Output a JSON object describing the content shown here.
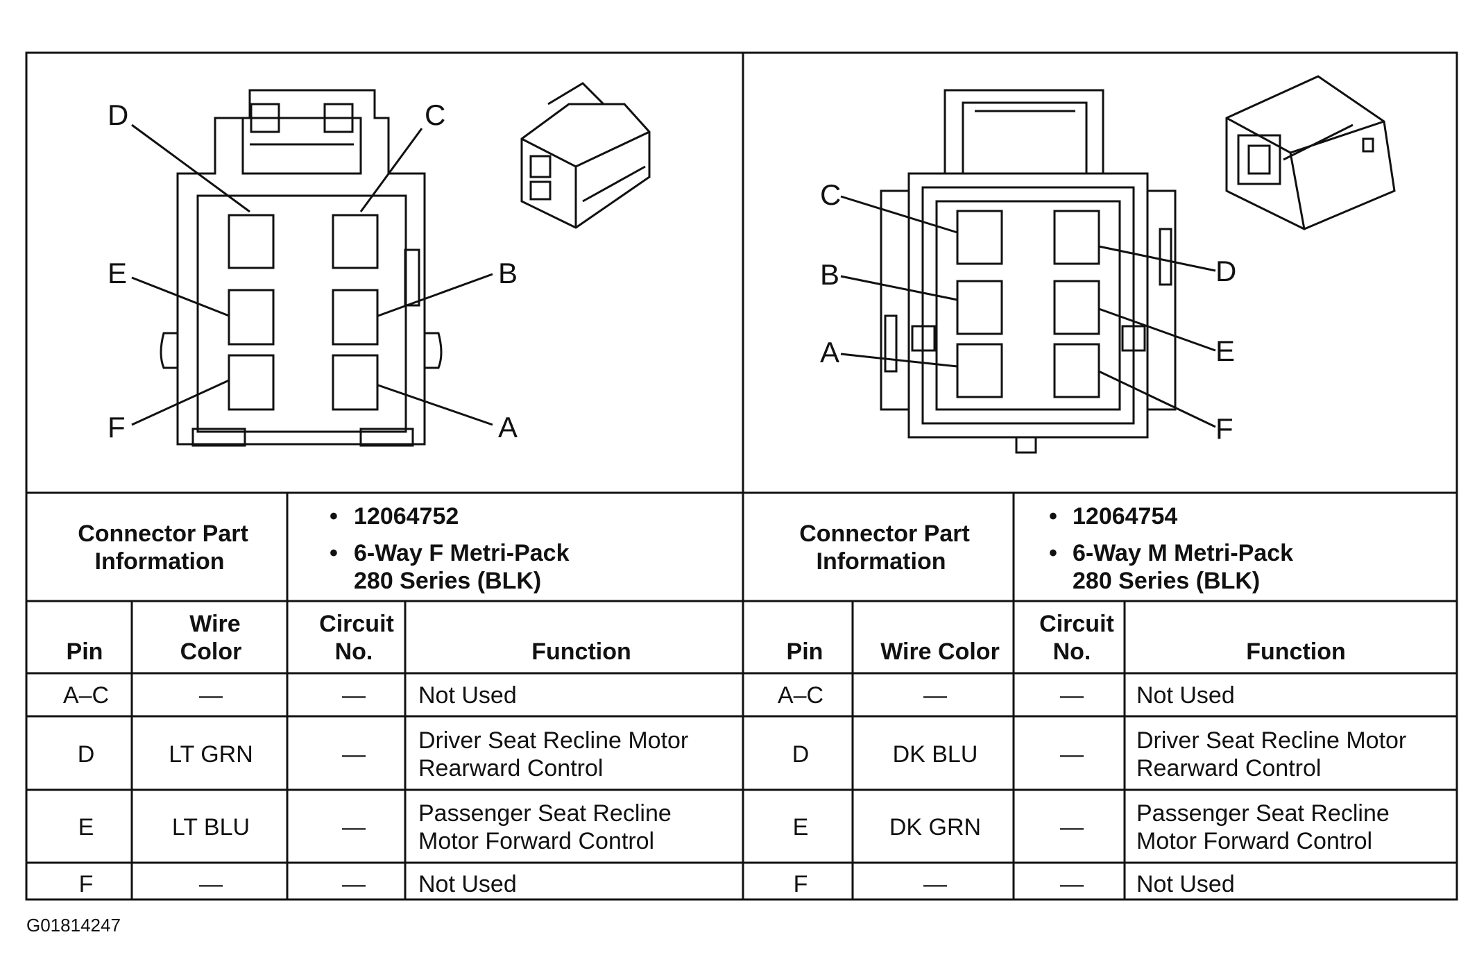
{
  "figure_id": "G01814247",
  "left": {
    "pin_letters": {
      "d": "D",
      "c": "C",
      "e": "E",
      "b": "B",
      "f": "F",
      "a": "A"
    },
    "part_info_label": [
      "Connector Part",
      "Information"
    ],
    "part_number": "12064752",
    "part_desc": [
      "6-Way F Metri-Pack",
      "280 Series (BLK)"
    ],
    "headers": {
      "pin": "Pin",
      "wire": [
        "Wire",
        "Color"
      ],
      "circuit": [
        "Circuit",
        "No."
      ],
      "function": "Function"
    },
    "rows": [
      {
        "pin": "A–C",
        "wire": "—",
        "circuit": "—",
        "function": [
          "Not Used"
        ]
      },
      {
        "pin": "D",
        "wire": "LT GRN",
        "circuit": "—",
        "function": [
          "Driver Seat Recline Motor",
          "Rearward Control"
        ]
      },
      {
        "pin": "E",
        "wire": "LT BLU",
        "circuit": "—",
        "function": [
          "Passenger Seat Recline",
          "Motor Forward Control"
        ]
      },
      {
        "pin": "F",
        "wire": "—",
        "circuit": "—",
        "function": [
          "Not Used"
        ]
      }
    ]
  },
  "right": {
    "pin_letters": {
      "c": "C",
      "b": "B",
      "a": "A",
      "d": "D",
      "e": "E",
      "f": "F"
    },
    "part_info_label": [
      "Connector Part",
      "Information"
    ],
    "part_number": "12064754",
    "part_desc": [
      "6-Way M Metri-Pack",
      "280 Series (BLK)"
    ],
    "headers": {
      "pin": "Pin",
      "wire": "Wire Color",
      "circuit": [
        "Circuit",
        "No."
      ],
      "function": "Function"
    },
    "rows": [
      {
        "pin": "A–C",
        "wire": "—",
        "circuit": "—",
        "function": [
          "Not Used"
        ]
      },
      {
        "pin": "D",
        "wire": "DK BLU",
        "circuit": "—",
        "function": [
          "Driver Seat Recline Motor",
          "Rearward Control"
        ]
      },
      {
        "pin": "E",
        "wire": "DK GRN",
        "circuit": "—",
        "function": [
          "Passenger Seat Recline",
          "Motor Forward Control"
        ]
      },
      {
        "pin": "F",
        "wire": "—",
        "circuit": "—",
        "function": [
          "Not Used"
        ]
      }
    ]
  },
  "colors": {
    "line": "#111111",
    "background": "#ffffff"
  }
}
